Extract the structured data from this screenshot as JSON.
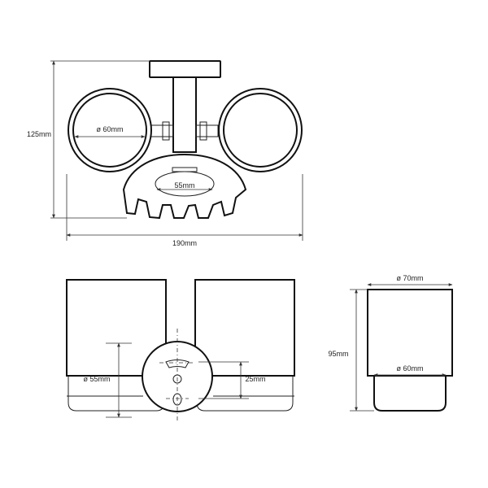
{
  "top_view": {
    "height_label": "125mm",
    "width_label": "190mm",
    "ring_diameter_label": "ø 60mm",
    "soap_dish_label": "55mm"
  },
  "front_view": {
    "glass_diameter_label": "ø 55mm",
    "base_height_label": "25mm"
  },
  "side_view": {
    "top_diameter_label": "ø 70mm",
    "bottom_diameter_label": "ø 60mm",
    "height_label": "95mm"
  }
}
